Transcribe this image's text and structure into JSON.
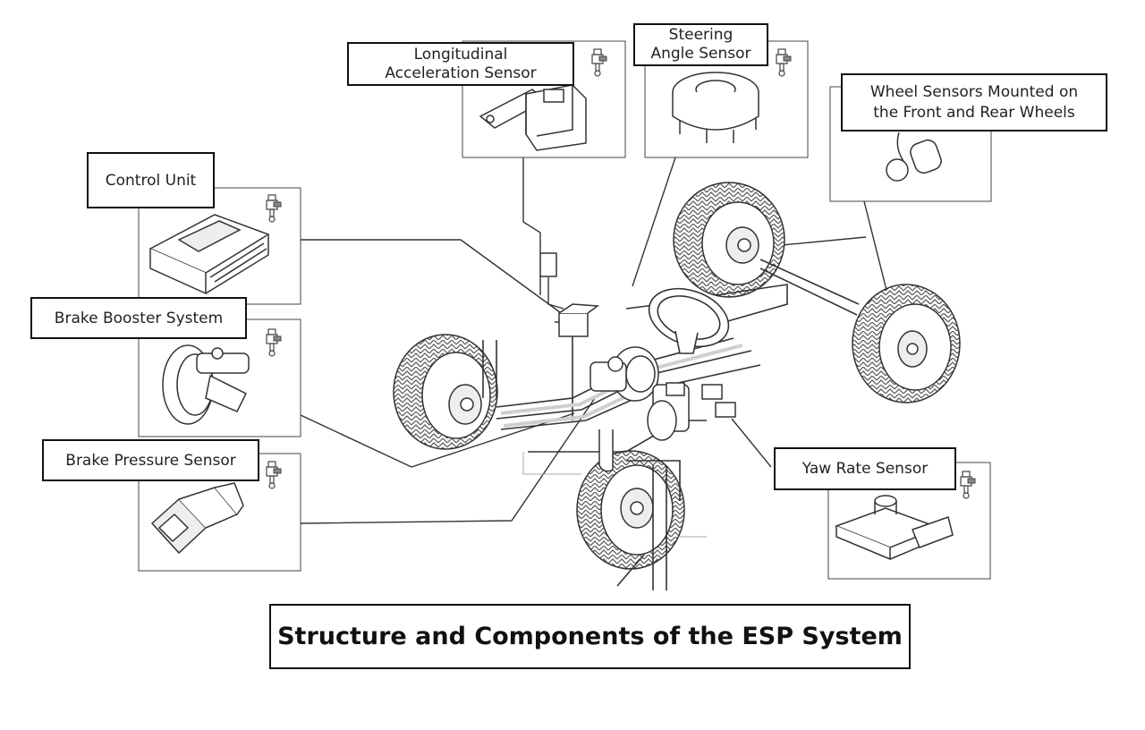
{
  "labels": {
    "longitudinal": {
      "line1": "Longitudinal",
      "line2": "Acceleration Sensor"
    },
    "steering": {
      "line1": "Steering",
      "line2": "Angle Sensor"
    },
    "wheel": {
      "line1": "Wheel Sensors Mounted on",
      "line2": "the Front and Rear Wheels"
    },
    "control_unit": "Control Unit",
    "brake_booster": "Brake Booster System",
    "brake_pressure": "Brake Pressure Sensor",
    "yaw_rate": "Yaw Rate Sensor"
  },
  "caption": "Structure and Components of the ESP System",
  "colors": {
    "line": "#333333",
    "accent": "#d0d0d0",
    "frame": "#111111"
  }
}
